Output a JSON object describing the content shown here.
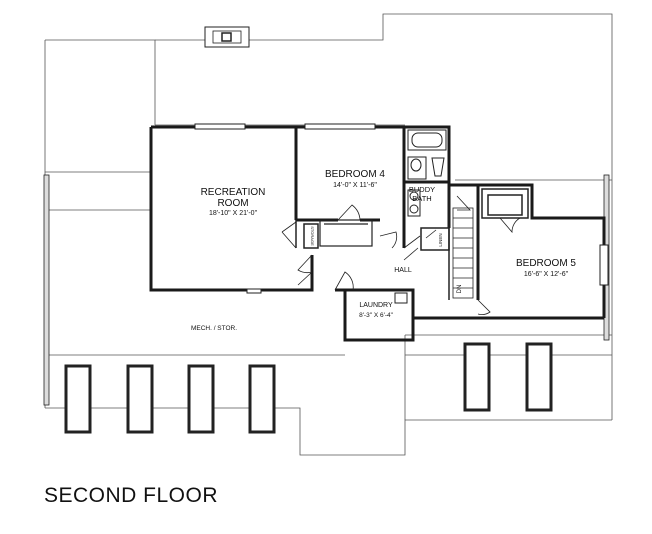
{
  "title": "SECOND FLOOR",
  "rooms": {
    "recreation": {
      "name_line1": "RECREATION",
      "name_line2": "ROOM",
      "dims": "18'-10\" X 21'-0\""
    },
    "bedroom4": {
      "name": "BEDROOM 4",
      "dims": "14'-0\" X 11'-6\""
    },
    "buddy_bath": {
      "name_line1": "BUDDY",
      "name_line2": "BATH"
    },
    "bedroom5": {
      "name": "BEDROOM 5",
      "dims": "16'-6\" X 12'-6\""
    },
    "laundry": {
      "name": "LAUNDRY",
      "dims": "8'-3\" X 6'-4\""
    },
    "hall": {
      "name": "HALL"
    },
    "mech": {
      "name": "MECH. / STOR."
    },
    "storage": {
      "name": "STORAGE"
    },
    "linen": {
      "name": "LINEN"
    },
    "stair": {
      "label": "DN"
    }
  }
}
